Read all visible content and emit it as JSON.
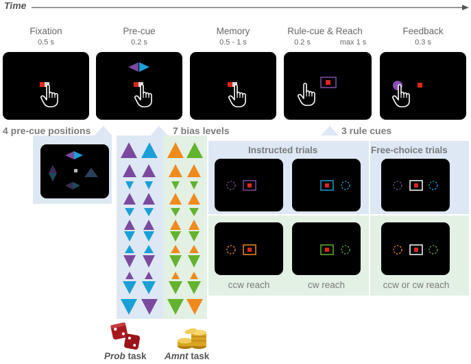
{
  "time_label": "Time",
  "phases": [
    {
      "title": "Fixation",
      "duration": "0.5 s"
    },
    {
      "title": "Pre-cue",
      "duration": "0.2 s"
    },
    {
      "title": "Memory",
      "duration": "0.5 - 1 s"
    },
    {
      "title": "Rule-cue & Reach",
      "duration": "0.2 s",
      "duration2": "max 1 s"
    },
    {
      "title": "Feedback",
      "duration": "0.3 s"
    }
  ],
  "sections": {
    "precue_positions": "4 pre-cue positions",
    "bias_levels": "7 bias levels",
    "rule_cues": "3 rule cues"
  },
  "rule_panel": {
    "instructed": "Instructed trials",
    "free_choice": "Free-choice trials",
    "labels": [
      "ccw reach",
      "cw reach",
      "ccw or cw reach"
    ]
  },
  "tasks": {
    "prob_name": "Prob",
    "amnt_name": "Amnt",
    "suffix": " task"
  },
  "colors": {
    "purple": "#7b4a9e",
    "cyan": "#1aa0d6",
    "orange": "#f08a1c",
    "green": "#63b32e",
    "red": "#e1251b",
    "blue_panel": "#dde8f4",
    "green_panel": "#e3f0e4"
  },
  "icons": [
    "hand-pointer-icon",
    "dice-icon",
    "coins-icon"
  ]
}
